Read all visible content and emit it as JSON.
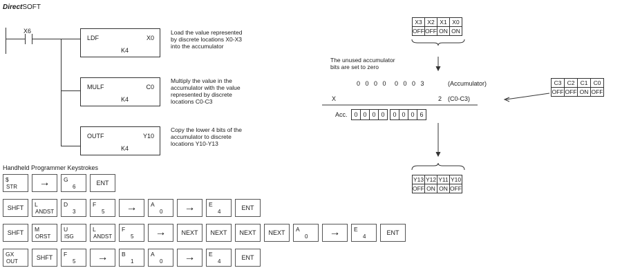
{
  "brand": {
    "prefix": "Direct",
    "suffix": "SOFT"
  },
  "ladder": {
    "contact_label": "X6",
    "instructions": [
      {
        "op": "LDF",
        "operand": "X0",
        "k": "K4",
        "desc": [
          "Load the value represented",
          "by discrete locations X0-X3",
          "into the accumulator"
        ]
      },
      {
        "op": "MULF",
        "operand": "C0",
        "k": "K4",
        "desc": [
          "Multiply the value in the",
          "accumulator with the value",
          "represented by discrete",
          "locations C0-C3"
        ]
      },
      {
        "op": "OUTF",
        "operand": "Y10",
        "k": "K4",
        "desc": [
          "Copy the lower 4 bits of the",
          "accumulator to discrete",
          "locations Y10-Y13"
        ]
      }
    ]
  },
  "diagram": {
    "x_inputs": {
      "labels": [
        "X3",
        "X2",
        "X1",
        "X0"
      ],
      "values": [
        "OFF",
        "OFF",
        "ON",
        "ON"
      ]
    },
    "c_inputs": {
      "labels": [
        "C3",
        "C2",
        "C1",
        "C0"
      ],
      "values": [
        "OFF",
        "OFF",
        "ON",
        "OFF"
      ]
    },
    "y_outputs": {
      "labels": [
        "Y13",
        "Y12",
        "Y11",
        "Y10"
      ],
      "values": [
        "OFF",
        "ON",
        "ON",
        "OFF"
      ]
    },
    "unused_note": [
      "The unused accumulator",
      "bits are set to zero"
    ],
    "acc_row_digits": "0   0   0   0     0   0   0   3",
    "acc_row_label": "(Accumulator)",
    "mult_sign": "X",
    "mult_value": "2",
    "mult_label": "(C0-C3)",
    "result_label": "Acc.",
    "result_digits": [
      "0",
      "0",
      "0",
      "0",
      "0",
      "0",
      "0",
      "6"
    ]
  },
  "keystrokes": {
    "title": "Handheld Programmer Keystrokes",
    "rows": [
      [
        {
          "sup": "$",
          "sub": "STR"
        },
        {
          "arrow": true
        },
        {
          "sup": "G",
          "subn": "6"
        },
        {
          "center": "ENT"
        }
      ],
      [
        {
          "center": "SHFT"
        },
        {
          "sup": "L",
          "sub": "ANDST"
        },
        {
          "sup": "D",
          "subn": "3"
        },
        {
          "sup": "F",
          "subn": "5"
        },
        {
          "arrow": true
        },
        {
          "sup": "A",
          "subn": "0"
        },
        {
          "arrow": true
        },
        {
          "sup": "E",
          "subn": "4"
        },
        {
          "center": "ENT"
        }
      ],
      [
        {
          "center": "SHFT"
        },
        {
          "sup": "M",
          "sub": "ORST"
        },
        {
          "sup": "U",
          "sub": "ISG"
        },
        {
          "sup": "L",
          "sub": "ANDST"
        },
        {
          "sup": "F",
          "subn": "5"
        },
        {
          "arrow": true
        },
        {
          "center": "NEXT"
        },
        {
          "center": "NEXT"
        },
        {
          "center": "NEXT"
        },
        {
          "center": "NEXT"
        },
        {
          "sup": "A",
          "subn": "0"
        },
        {
          "arrow": true
        },
        {
          "sup": "E",
          "subn": "4"
        },
        {
          "center": "ENT"
        }
      ],
      [
        {
          "sup": "GX",
          "sub": "OUT"
        },
        {
          "center": "SHFT"
        },
        {
          "sup": "F",
          "subn": "5"
        },
        {
          "arrow": true
        },
        {
          "sup": "B",
          "subn": "1"
        },
        {
          "sup": "A",
          "subn": "0"
        },
        {
          "arrow": true
        },
        {
          "sup": "E",
          "subn": "4"
        },
        {
          "center": "ENT"
        }
      ]
    ],
    "arrow_glyph": "→"
  }
}
